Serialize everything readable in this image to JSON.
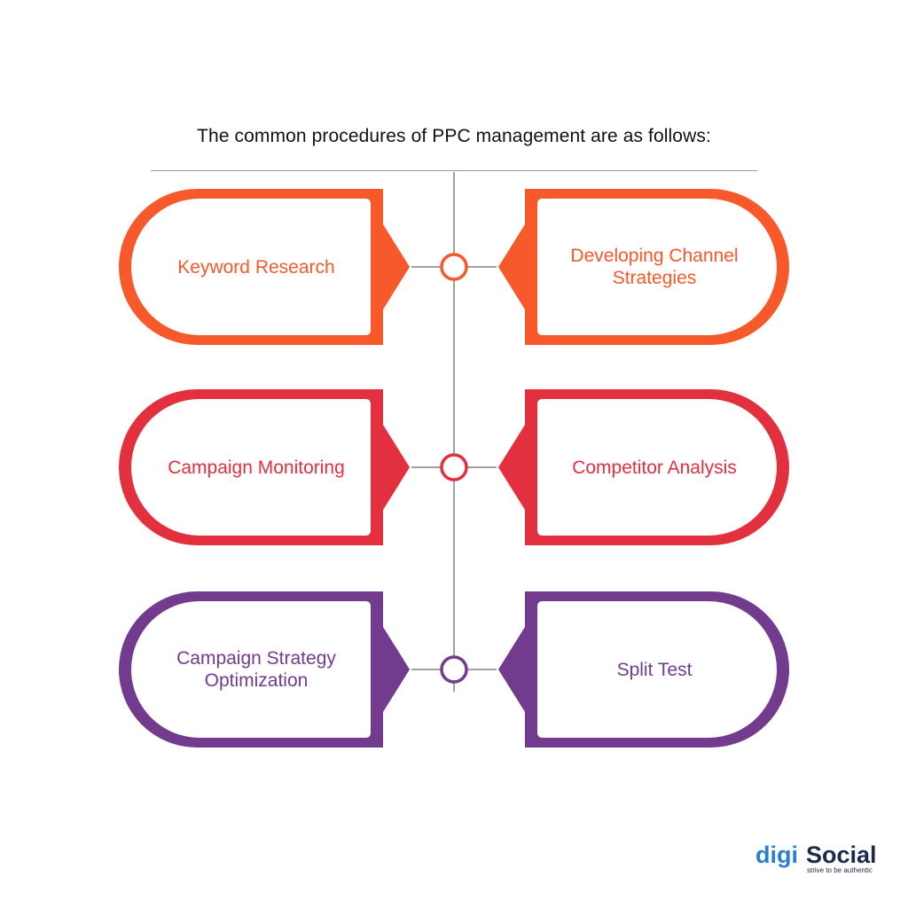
{
  "heading": "The common procedures of PPC management are as follows:",
  "colors": {
    "orange": "#f7592a",
    "red": "#e2303f",
    "purple": "#733b8e",
    "connector": "#a0a0a0",
    "logo_blue": "#2a7fd4",
    "logo_dark": "#1c2b4a"
  },
  "rows": [
    {
      "color": "orange",
      "left": {
        "label_lines": [
          "Keyword Research"
        ]
      },
      "right": {
        "label_lines": [
          "Developing Channel",
          "Strategies"
        ]
      }
    },
    {
      "color": "red",
      "left": {
        "label_lines": [
          "Campaign Monitoring"
        ]
      },
      "right": {
        "label_lines": [
          "Competitor Analysis"
        ]
      }
    },
    {
      "color": "purple",
      "left": {
        "label_lines": [
          "Campaign Strategy",
          "Optimization"
        ]
      },
      "right": {
        "label_lines": [
          "Split Test"
        ]
      }
    }
  ],
  "logo": {
    "part1": "digi",
    "part2": "Social",
    "tagline": "strive to be authentic"
  }
}
